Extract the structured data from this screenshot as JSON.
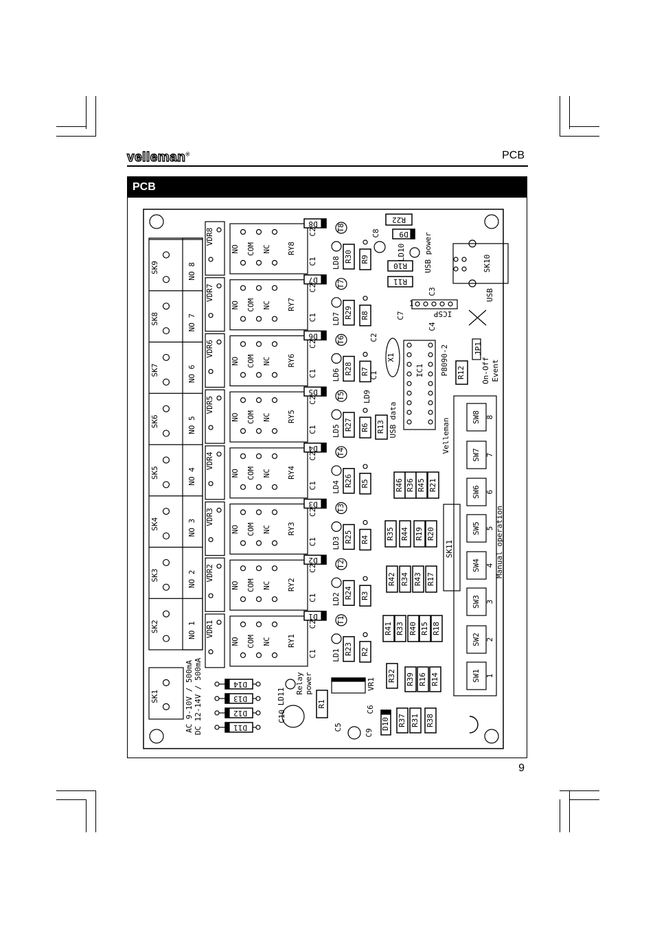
{
  "header": {
    "brand": "velleman",
    "section": "PCB"
  },
  "bar_title": "PCB",
  "page_number": "9",
  "pcb": {
    "sk_left": [
      "SK1",
      "SK2",
      "SK3",
      "SK4",
      "SK5",
      "SK6",
      "SK7",
      "SK8",
      "SK9"
    ],
    "no_labels": [
      "NO 1",
      "NO 2",
      "NO 3",
      "NO 4",
      "NO 5",
      "NO 6",
      "NO 7",
      "NO 8"
    ],
    "vdr": [
      "VDR1",
      "VDR2",
      "VDR3",
      "VDR4",
      "VDR5",
      "VDR6",
      "VDR7",
      "VDR8"
    ],
    "relays": [
      "RY1",
      "RY2",
      "RY3",
      "RY4",
      "RY5",
      "RY6",
      "RY7",
      "RY8"
    ],
    "contacts": [
      "NO",
      "COM",
      "NC"
    ],
    "c1": "C1",
    "c2": "C2",
    "diodes": [
      "D1",
      "D2",
      "D3",
      "D4",
      "D5",
      "D6",
      "D7",
      "D8"
    ],
    "transistors": [
      "T1",
      "T2",
      "T3",
      "T4",
      "T5",
      "T6",
      "T7",
      "T8"
    ],
    "leds": [
      "LD1",
      "LD2",
      "LD3",
      "LD4",
      "LD5",
      "LD6",
      "LD7",
      "LD8"
    ],
    "r_relay": [
      "R23",
      "R24",
      "R25",
      "R26",
      "R27",
      "R28",
      "R29",
      "R30"
    ],
    "r_base": [
      "R2",
      "R3",
      "R4",
      "R5",
      "R6",
      "R7",
      "R8",
      "R9"
    ],
    "r_top": [
      "R22",
      "R10",
      "R11"
    ],
    "d_top": "D9",
    "power_note": [
      "AC 9-10V / 500mA",
      "DC 12-14V / 500mA"
    ],
    "power_diodes": [
      "D14",
      "D13",
      "D12",
      "D11"
    ],
    "ldl1": "LD11",
    "relay_power": [
      "Relay",
      "power"
    ],
    "c10": "C10",
    "r1": "R1",
    "vr1": "VR1",
    "c5": "C5",
    "c6": "C6",
    "c9": "C9",
    "d10": "D10",
    "r_bottom": [
      "R32",
      "R39",
      "R16",
      "R14",
      "R37",
      "R31",
      "R38"
    ],
    "r_grid1": [
      "R41",
      "R33",
      "R40",
      "R15",
      "R18"
    ],
    "r_grid2": [
      "R42",
      "R34",
      "R43",
      "R17"
    ],
    "r_grid3": [
      "R35",
      "R44",
      "R19",
      "R20"
    ],
    "r_grid4": [
      "R46",
      "R36",
      "R45",
      "R21"
    ],
    "sk11": "SK11",
    "switches": [
      "SW1",
      "SW2",
      "SW3",
      "SW4",
      "SW5",
      "SW6",
      "SW7",
      "SW8"
    ],
    "sw_numbers": [
      "1",
      "2",
      "3",
      "4",
      "5",
      "6",
      "7",
      "8"
    ],
    "manual_operation": "Manual operation",
    "velleman": "Velleman",
    "usb_data": "USB data",
    "r13": "R13",
    "ld9": "LD9",
    "ic1": "IC1",
    "p8090": "P8090-2",
    "x1": "X1",
    "c1b": "C1",
    "c2b": "C2",
    "c3": "C3",
    "c4": "C4",
    "c7": "C7",
    "c8": "C8",
    "icsp": "ICSP",
    "icsp_pin1": "1",
    "ld10": "LD10",
    "usb_power": "USB power",
    "sk10": "SK10",
    "usb": "USB",
    "r12": "R12",
    "jp1": "JP1",
    "onoff": "On-Off",
    "event": "Event"
  }
}
